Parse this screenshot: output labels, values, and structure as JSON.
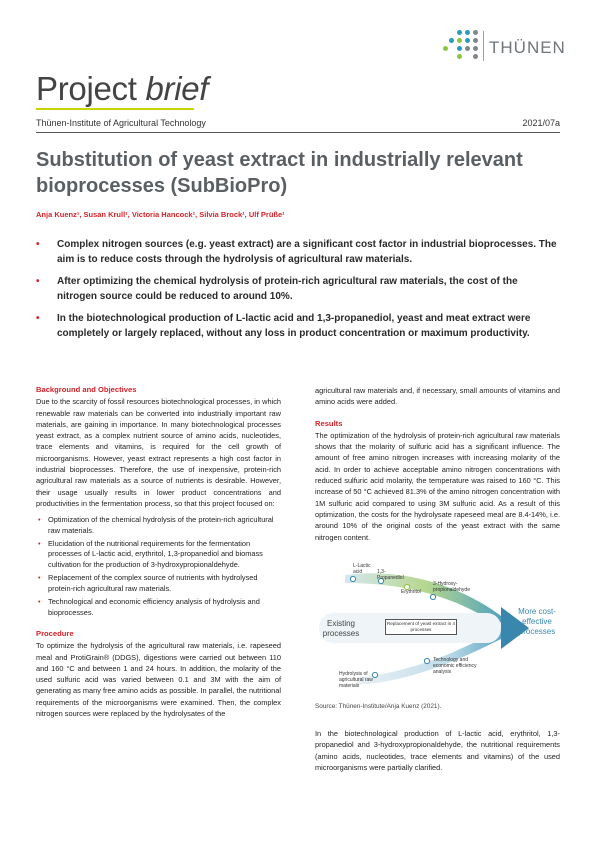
{
  "header": {
    "logo_text": "THÜNEN",
    "brief_word1": "Project",
    "brief_word2": "brief",
    "institute": "Thünen-Institute of Agricultural Technology",
    "issue": "2021/07a",
    "accent": "#c8d400",
    "logo_dot_colors": [
      "#2a9bbf",
      "#8cc63f",
      "#7f868c"
    ]
  },
  "title": {
    "line1": "Substitution of yeast extract in industrially relevant",
    "line2": "bioprocesses (SubBioPro)"
  },
  "authors": "Anja Kuenz¹, Susan Krull¹, Victoria Hancock¹, Silvia Brock¹, Ulf Prüße¹",
  "highlights": [
    "Complex nitrogen sources (e.g. yeast extract) are a significant cost factor in industrial bioprocesses. The aim is to reduce costs through the hydrolysis of agricultural raw materials.",
    "After optimizing the chemical hydrolysis of protein-rich agricultural raw materials, the cost of the nitrogen source could be reduced to around 10%.",
    "In the biotechnological production of L-lactic acid and 1,3-propanediol, yeast and meat extract were completely or largely replaced, without any loss in product concentration or maximum productivity."
  ],
  "left": {
    "bg_title": "Background and Objectives",
    "bg_text": "Due to the scarcity of fossil resources biotechnological processes, in which renewable raw materials can be converted into industrially important raw materials, are gaining in importance. In many biotechnological processes yeast extract, as a complex nutrient source of amino acids, nucleotides, trace elements and vitamins, is required for the cell growth of microorganisms. However, yeast extract represents a high cost factor in industrial bioprocesses. Therefore, the use of inexpensive, protein-rich agricultural raw materials as a source of nutrients is desirable. However, their usage usually results in lower product concentrations and productivities in the fermentation process, so that this project focused on:",
    "bullets": [
      "Optimization of the chemical hydrolysis of the protein-rich agricultural raw materials.",
      "Elucidation of the nutritional requirements for the fermentation processes of L-lactic acid, erythritol, 1,3-propanediol and biomass cultivation for the production of 3-hydroxypropionaldehyde.",
      "Replacement of the complex source of nutrients with hydrolysed protein-rich agricultural raw materials.",
      "Technological and economic efficiency analysis of hydrolysis and bioprocesses."
    ],
    "proc_title": "Procedure",
    "proc_text": "To optimize the hydrolysis of the agricultural raw materials, i.e. rapeseed meal and ProtiGrain® (DDGS), digestions were carried out between 110 and 160 °C and between 1 and 24 hours. In addition, the molarity of the used sulfuric acid was varied between 0.1 and 3M with the aim of generating as many free amino acids as possible. In parallel, the nutritional requirements of the microorganisms were examined. Then, the complex nitrogen sources were replaced by the hydrolysates of the"
  },
  "right": {
    "cont_text": "agricultural raw materials and, if necessary, small amounts of vitamins and amino acids were added.",
    "res_title": "Results",
    "res_text": "The optimization of the hydrolysis of protein-rich agricultural raw materials shows that the molarity of sulfuric acid has a significant influence. The amount of free amino nitrogen increases with increasing molarity of the acid. In order to achieve acceptable amino nitrogen concentrations with reduced sulfuric acid molarity, the temperature was raised to 160 °C. This increase of 50 °C achieved 81.3% of the amino nitrogen concentration with 1M sulfuric acid compared to using 3M sulfuric acid. As a result of this optimization, the costs for the hydrolysate rapeseed meal are 8.4-14%, i.e. around 10% of the original costs of the yeast extract with the same nitrogen content.",
    "figure": {
      "labels": {
        "lactic": "L-Lactic acid",
        "propanediol": "1,3-Propanediol",
        "erythritol": "Erythritol",
        "hydroxy": "3-Hydroxy-propionaldehyde",
        "existing": "Existing processes",
        "more": "More cost-effective processes",
        "replacement": "Replacement of yeast extract in 4 processes",
        "hydrolysis": "Hydrolysis of agricultural raw materials",
        "analysis": "Technology and economic efficiency analysis"
      }
    },
    "caption": "Source: Thünen-Institute/Anja Kuenz (2021).",
    "concl_text": "In the biotechnological production of L-lactic acid, erythritol, 1,3-propanediol and 3-hydroxypropionaldehyde, the nutritional requirements (amino acids, nucleotides, trace elements and vitamins) of the used microorganisms were partially clarified."
  }
}
